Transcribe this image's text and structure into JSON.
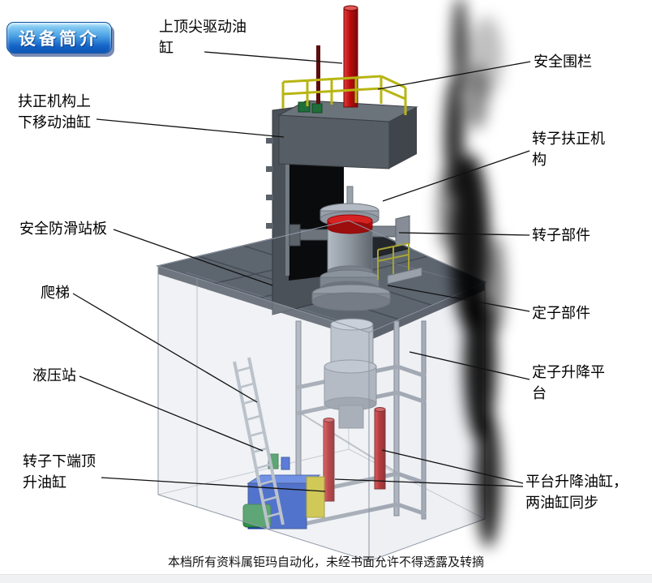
{
  "badge": {
    "label": "设备简介"
  },
  "labels": {
    "top_cylinder": "上顶尖驱动油\n缸",
    "safety_fence": "安全围栏",
    "centering_cylinder": "扶正机构上\n下移动油缸",
    "rotor_centering": "转子扶正机\n构",
    "antislip_plate": "安全防滑站板",
    "rotor_part": "转子部件",
    "ladder": "爬梯",
    "stator_part": "定子部件",
    "hydraulic_station": "液压站",
    "stator_platform": "定子升降平\n台",
    "rotor_jack_cylinder": "转子下端顶\n升油缸",
    "platform_cylinders": "平台升降油缸，\n两油缸同步"
  },
  "footer": {
    "text": "本档所有资料属钜玛自动化，未经书面允许不得透露及转摘"
  },
  "colors": {
    "badge_top": "#9edcf8",
    "badge_bottom": "#0d55b4",
    "cylinder_red": "#c01010",
    "fence_yellow": "#b8b513",
    "hydraulic_blue": "#1d49c4",
    "platform_gray": "#5d656f",
    "frame_steel": "#aab1bb",
    "leader_line": "#111111"
  }
}
